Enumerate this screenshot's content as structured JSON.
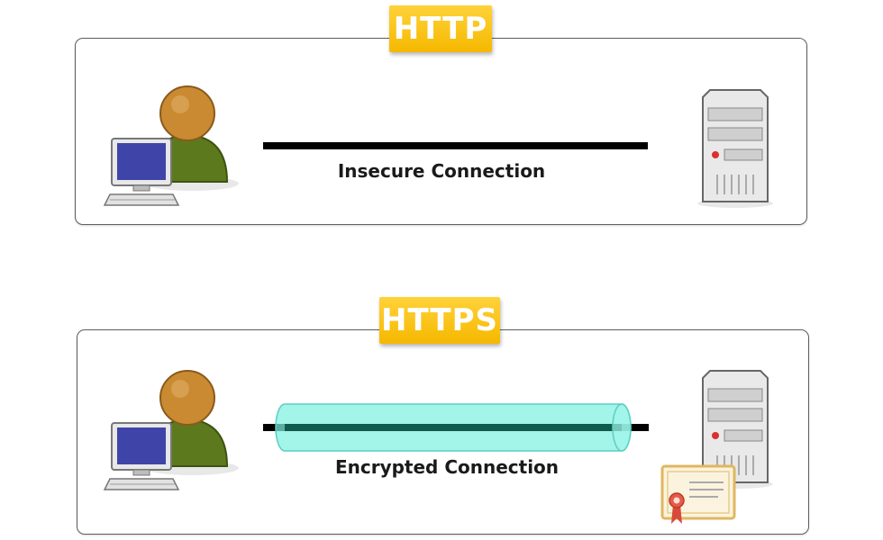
{
  "http": {
    "badge": "HTTP",
    "connection_label": "Insecure Connection"
  },
  "https": {
    "badge": "HTTPS",
    "connection_label": "Encrypted Connection"
  },
  "icons": {
    "client": "user-at-computer-icon",
    "server": "server-tower-icon",
    "certificate": "ssl-certificate-icon",
    "tunnel": "encryption-tunnel"
  },
  "colors": {
    "badge": "#f5b800",
    "tunnel": "#7ff0e0",
    "line": "#000000"
  }
}
